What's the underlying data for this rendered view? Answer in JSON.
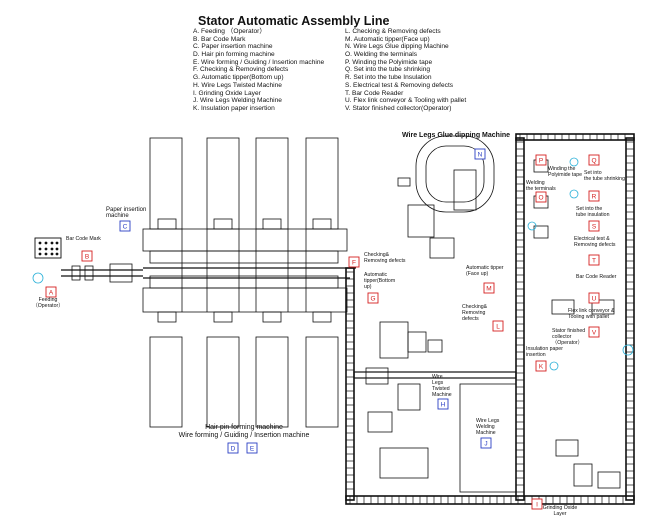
{
  "title": "Stator Automatic Assembly Line",
  "legend_left": [
    "A. Feeding （Operator）",
    "B. Bar Code Mark",
    "C. Paper insertion machine",
    "D. Hair pin forming machine",
    "E. Wire forming / Guiding / Insertion machine",
    "F. Checking & Removing defects",
    "G. Automatic tipper(Bottom up)",
    "H. Wire Legs Twisted Machine",
    "I. Grinding Oxide Layer",
    "J. Wire Legs Welding Machine",
    "K. Insulation paper insertion"
  ],
  "legend_right": [
    "L. Checking & Removing defects",
    "M. Automatic tipper(Face up)",
    "N. Wire Legs Glue dipping Machine",
    "O. Welding the terminals",
    "P. Winding the Polyimide tape",
    "Q. Set into the tube shrinking",
    "R. Set into the tube Insulation",
    "S. Electrical test & Removing defects",
    "T. Bar Code Reader",
    "U. Flex link conveyor & Tooling with pallet",
    "V.  Stator finished collector(Operator)"
  ],
  "station_marks": [
    "A",
    "B",
    "C",
    "D",
    "E",
    "F",
    "G",
    "H",
    "I",
    "J",
    "K",
    "L",
    "M",
    "N",
    "O",
    "P",
    "Q",
    "R",
    "S",
    "T",
    "U",
    "V"
  ],
  "labels": {
    "wire_legs_glue": "Wire Legs Glue dipping Machine",
    "paper_insertion_1": "Paper insertion",
    "paper_insertion_2": "machine",
    "bar_code_mark": "Bar Code Mark",
    "feeding_1": "Feeding",
    "feeding_2": "（Operator）",
    "checking_f_1": "Checking&",
    "checking_f_2": "Removing defects",
    "auto_tipper_g_1": "Automatic",
    "auto_tipper_g_2": "tipper(Bottom",
    "auto_tipper_g_3": "up)",
    "auto_tipper_m": "Automatic tipper",
    "auto_tipper_m_2": "(Face up)",
    "checking_l_1": "Checking&",
    "checking_l_2": "Removing",
    "checking_l_3": "defects",
    "winding_1": "Winding the",
    "winding_2": "Polyimide tape",
    "welding_term_1": "Welding",
    "welding_term_2": "the terminals",
    "set_tube_shrink_1": "Set into",
    "set_tube_shrink_2": "the tube shrinking",
    "set_tube_ins_1": "Set into the",
    "set_tube_ins_2": "tube insulation",
    "elec_test_1": "Electrical test &",
    "elec_test_2": "Removing defects",
    "bar_code_reader": "Bar Code Reader",
    "flex_link_1": "Flex link conveyor &",
    "flex_link_2": "Tooling with pallet",
    "finished_1": "Stator finished",
    "finished_2": "collector",
    "finished_3": "（Operator）",
    "ins_paper_1": "Insulation paper",
    "ins_paper_2": "insertion",
    "twisted_1": "Wire",
    "twisted_2": "Legs",
    "twisted_3": "Twisted",
    "twisted_4": "Machine",
    "welding_1": "Wire Legs",
    "welding_2": "Welding",
    "welding_3": "Machine",
    "grinding_1": "Grinding Oxide",
    "grinding_2": "Layer",
    "hairpin": "Hair pin forming machine",
    "wire_forming": "Wire forming / Guiding / Insertion machine"
  },
  "colors": {
    "line": "#111111",
    "mark_red": "#d42020",
    "mark_blue": "#2b3fc4",
    "operator_cyan": "#29b0d8"
  }
}
